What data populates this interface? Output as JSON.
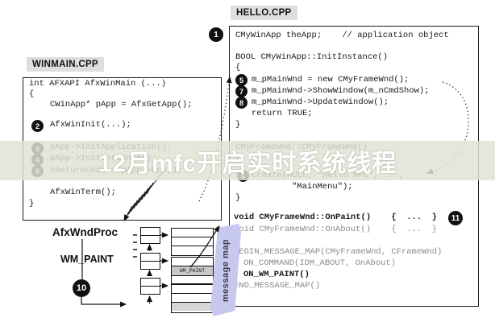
{
  "banner": {
    "text": "12月mfc开启实时系统线程"
  },
  "winmain": {
    "label": "WINMAIN.CPP",
    "lines": [
      {
        "text": "int AFXAPI AfxWinMain (...)"
      },
      {
        "text": "{"
      },
      {
        "text": "CWinApp* pApp = AfxGetApp();"
      },
      {
        "badge": "2",
        "text": "AfxWinInit(...);"
      },
      {
        "badge": "3",
        "text": "pApp->InitApplication();"
      },
      {
        "badge": "4",
        "text": "pApp->InitInstance();"
      },
      {
        "badge": "9",
        "text": "nReturnCode = pApp->Run();"
      },
      {
        "text": "AfxWinTerm();"
      },
      {
        "text": "}"
      }
    ]
  },
  "hello": {
    "label": "HELLO.CPP",
    "badge_theapp": "1",
    "badge_onpaint": "11",
    "lines": [
      {
        "text": "CMyWinApp theApp;    // application object"
      },
      {
        "text": "BOOL CMyWinApp::InitInstance()"
      },
      {
        "text": "{"
      },
      {
        "badge": "5",
        "text": "m_pMainWnd = new CMyFrameWnd();"
      },
      {
        "badge": "7",
        "text": "m_pMainWnd->ShowWindow(m_nCmdShow);"
      },
      {
        "badge": "8",
        "text": "m_pMainWnd->UpdateWindow();"
      },
      {
        "text": "return TRUE;"
      },
      {
        "text": "}"
      },
      {
        "text": "CMyFrameWnd::CMyFrameWnd()"
      },
      {
        "text": "{"
      },
      {
        "badge": "6",
        "text": "Create(NULL, \"Hello MFC\", ...,"
      },
      {
        "text": "\"MainMenu\");"
      },
      {
        "text": "}"
      },
      {
        "text": "void CMyFrameWnd::OnPaint()    {  ...  }"
      },
      {
        "text": "void CMyFrameWnd::OnAbout()    {  ...  }"
      },
      {
        "text": "BEGIN_MESSAGE_MAP(CMyFrameWnd, CFrameWnd)"
      },
      {
        "text": "ON_COMMAND(IDM_ABOUT, OnAbout)"
      },
      {
        "text": "ON_WM_PAINT()"
      },
      {
        "text": "END_MESSAGE_MAP()"
      }
    ]
  },
  "diagram": {
    "wndproc_label": "AfxWndProc",
    "message_label": "WM_PAINT",
    "badge_wndproc": "10",
    "queue_entry": "WM_PAINT",
    "ribbon_label": "message map"
  },
  "colors": {
    "banner_bg": "#dfe4d5",
    "banner_text": "#ffffff",
    "ribbon_bg": "#c7c8ee",
    "label_bg": "#dedede",
    "badge_bg": "#111111",
    "highlight_row_bg": "#c8c8c8",
    "gray_code": "#8a8a8a"
  }
}
